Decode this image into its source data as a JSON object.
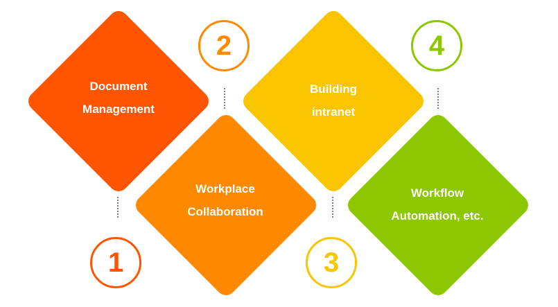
{
  "steps": [
    {
      "number": "1",
      "title_line1": "Document",
      "title_line2": "Management",
      "color": "#FF5500"
    },
    {
      "number": "2",
      "title_line1": "Workplace",
      "title_line2": "Collaboration",
      "color": "#FF8A00"
    },
    {
      "number": "3",
      "title_line1": "Building",
      "title_line2": "intranet",
      "color": "#F9C400"
    },
    {
      "number": "4",
      "title_line1": "Workflow",
      "title_line2": "Automation, etc.",
      "color": "#8CC700"
    }
  ],
  "connector_color": "#7A7A7A"
}
